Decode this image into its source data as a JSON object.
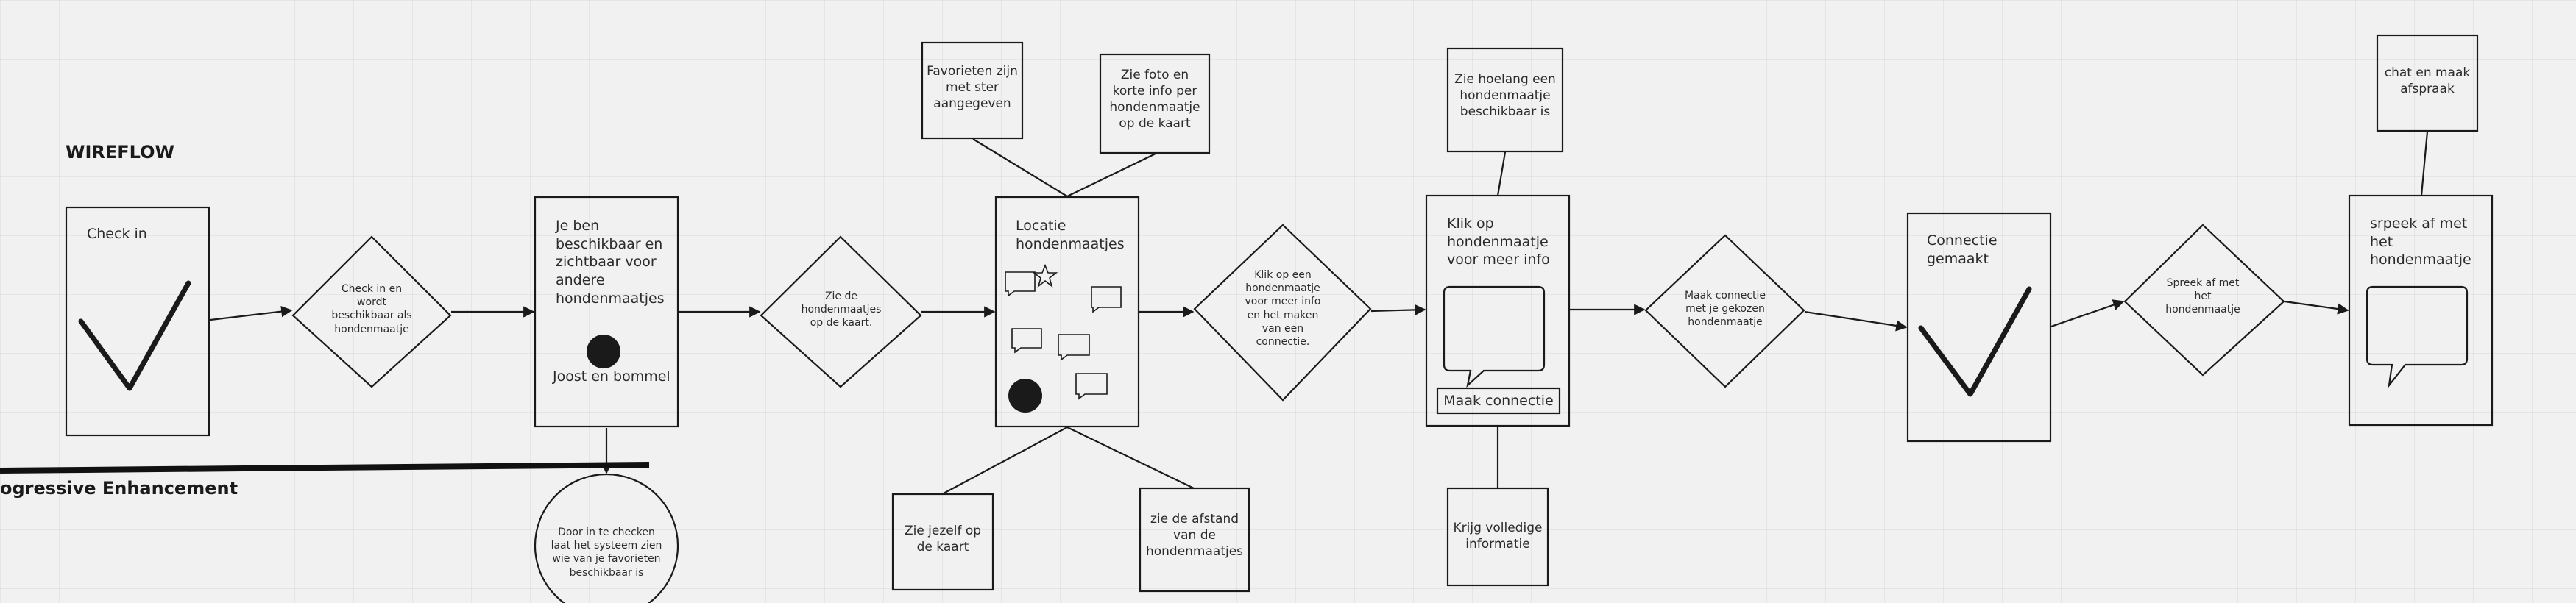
{
  "titles": {
    "wireflow": "WIREFLOW",
    "progressive": "ogressive Enhancement"
  },
  "screens": {
    "checkin": "Check in",
    "available": "Je ben\nbeschikbaar en\nzichtbaar voor\nandere\nhondenmaatjes",
    "joost": "Joost en bommel",
    "location": "Locatie\nhondenmaatjes",
    "click_profile": "Klik op\nhondenmaatje\nvoor meer info",
    "connect_button": "Maak connectie",
    "connected": "Connectie\ngemaakt",
    "appointment": "srpeek af met\nhet\nhondenmaatje"
  },
  "decisions": {
    "d1": "Check in en\nwordt\nbeschikbaar als\nhondenmaatje",
    "d2": "Zie de\nhondenmaatjes\nop de kaart.",
    "d3": "Klik op een\nhondenmaatje\nvoor meer info\nen het maken\nvan een\nconnectie.",
    "d4": "Maak connectie\nmet je gekozen\nhondenmaatje",
    "d5": "Spreek af met\nhet\nhondenmaatje"
  },
  "notes": {
    "favorites": "Favorieten zijn\nmet ster\naangegeven",
    "photo_info": "Zie foto en\nkorte info per\nhondenmaatje\nop de kaart",
    "yourself": "Zie jezelf op\nde kaart",
    "distance": "zie de afstand\nvan de\nhondenmaatjes",
    "how_long": "Zie hoelang een\nhondenmaatje\nbeschikbaar is",
    "full_info": "Krijg volledige\ninformatie",
    "chat": "chat en maak\nafspraak",
    "door_check": "Door in te checken\nlaat het systeem zien\nwie van je favorieten\nbeschikbaar is"
  },
  "colors": {
    "stroke": "#1a1a1a",
    "background": "#f1f1f1"
  }
}
